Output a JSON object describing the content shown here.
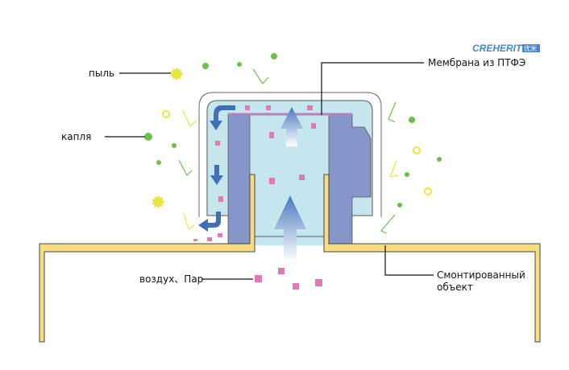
{
  "logo": {
    "brand": "CREHERIT",
    "badge": "优米"
  },
  "labels": {
    "dust": "пыль",
    "droplet": "капля",
    "air_vapor": "воздух、Пар",
    "membrane": "Мембрана из ПТФЭ",
    "mounted_object_line1": "Смонтированный",
    "mounted_object_line2": "объект"
  },
  "colors": {
    "cap_fill": "#c6e6ee",
    "body": "#8796c9",
    "housing": "#f7dc80",
    "particle": "#e07ab0",
    "dust": "#e6e640",
    "droplet": "#6cc04a",
    "arrow": "#3f6fb5"
  }
}
